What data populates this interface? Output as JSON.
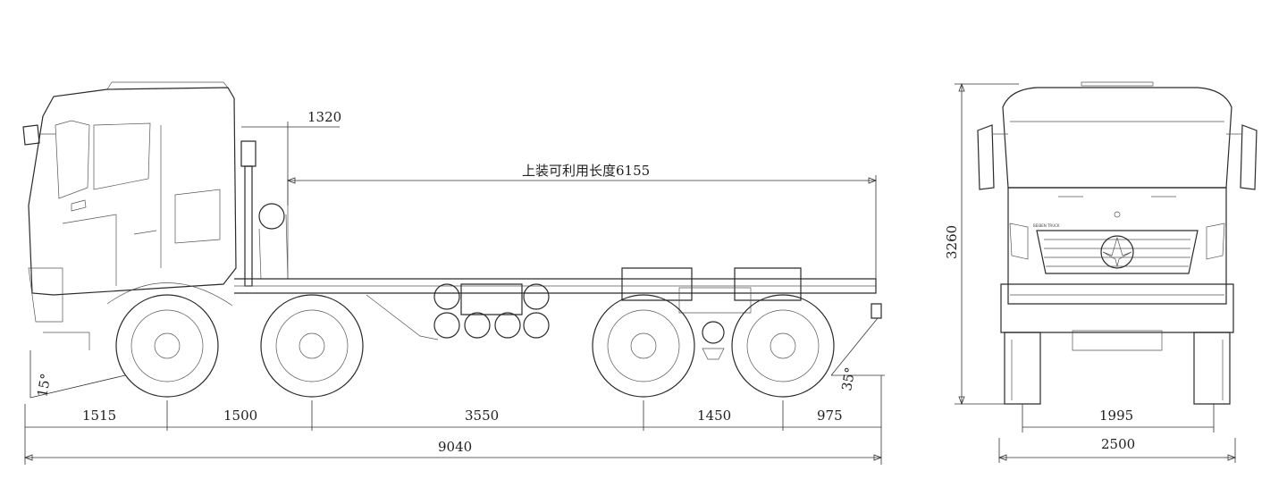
{
  "side_view": {
    "front_overhang": "1515",
    "wheelbase_1_2": "1500",
    "wheelbase_2_3": "3550",
    "wheelbase_3_4": "1450",
    "rear_overhang": "975",
    "overall_length": "9040",
    "cab_to_body": "1320",
    "body_length": "上装可利用长度6155",
    "approach_angle": "15°",
    "departure_angle": "35°"
  },
  "front_view": {
    "overall_height": "3260",
    "track_width": "1995",
    "overall_width": "2500",
    "grille_badge": "BEIBEN TRUCK"
  }
}
